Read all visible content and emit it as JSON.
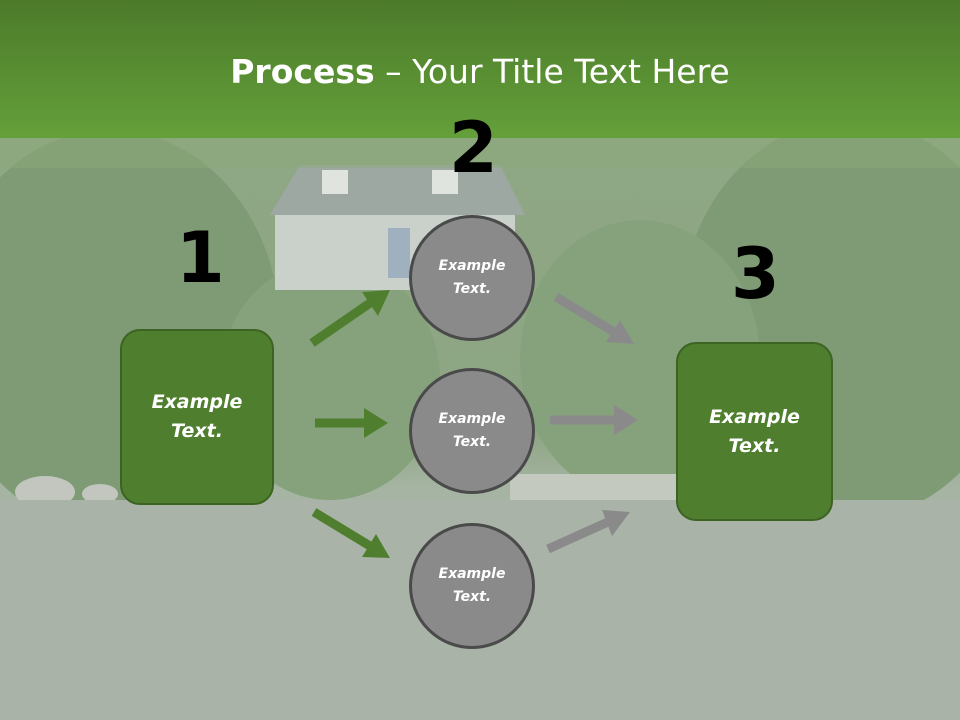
{
  "slide": {
    "title_bold": "Process",
    "title_rest": " – Your Title Text Here",
    "accent_color": "#5a8f33",
    "node_color": "#4f7f2e",
    "circle_color": "#8a8a8a"
  },
  "steps": {
    "n1": "1",
    "n2": "2",
    "n3": "3"
  },
  "nodes": {
    "left": "Example\nText.",
    "right": "Example\nText.",
    "circle_top": "Example\nText.",
    "circle_mid": "Example\nText.",
    "circle_bot": "Example\nText."
  }
}
